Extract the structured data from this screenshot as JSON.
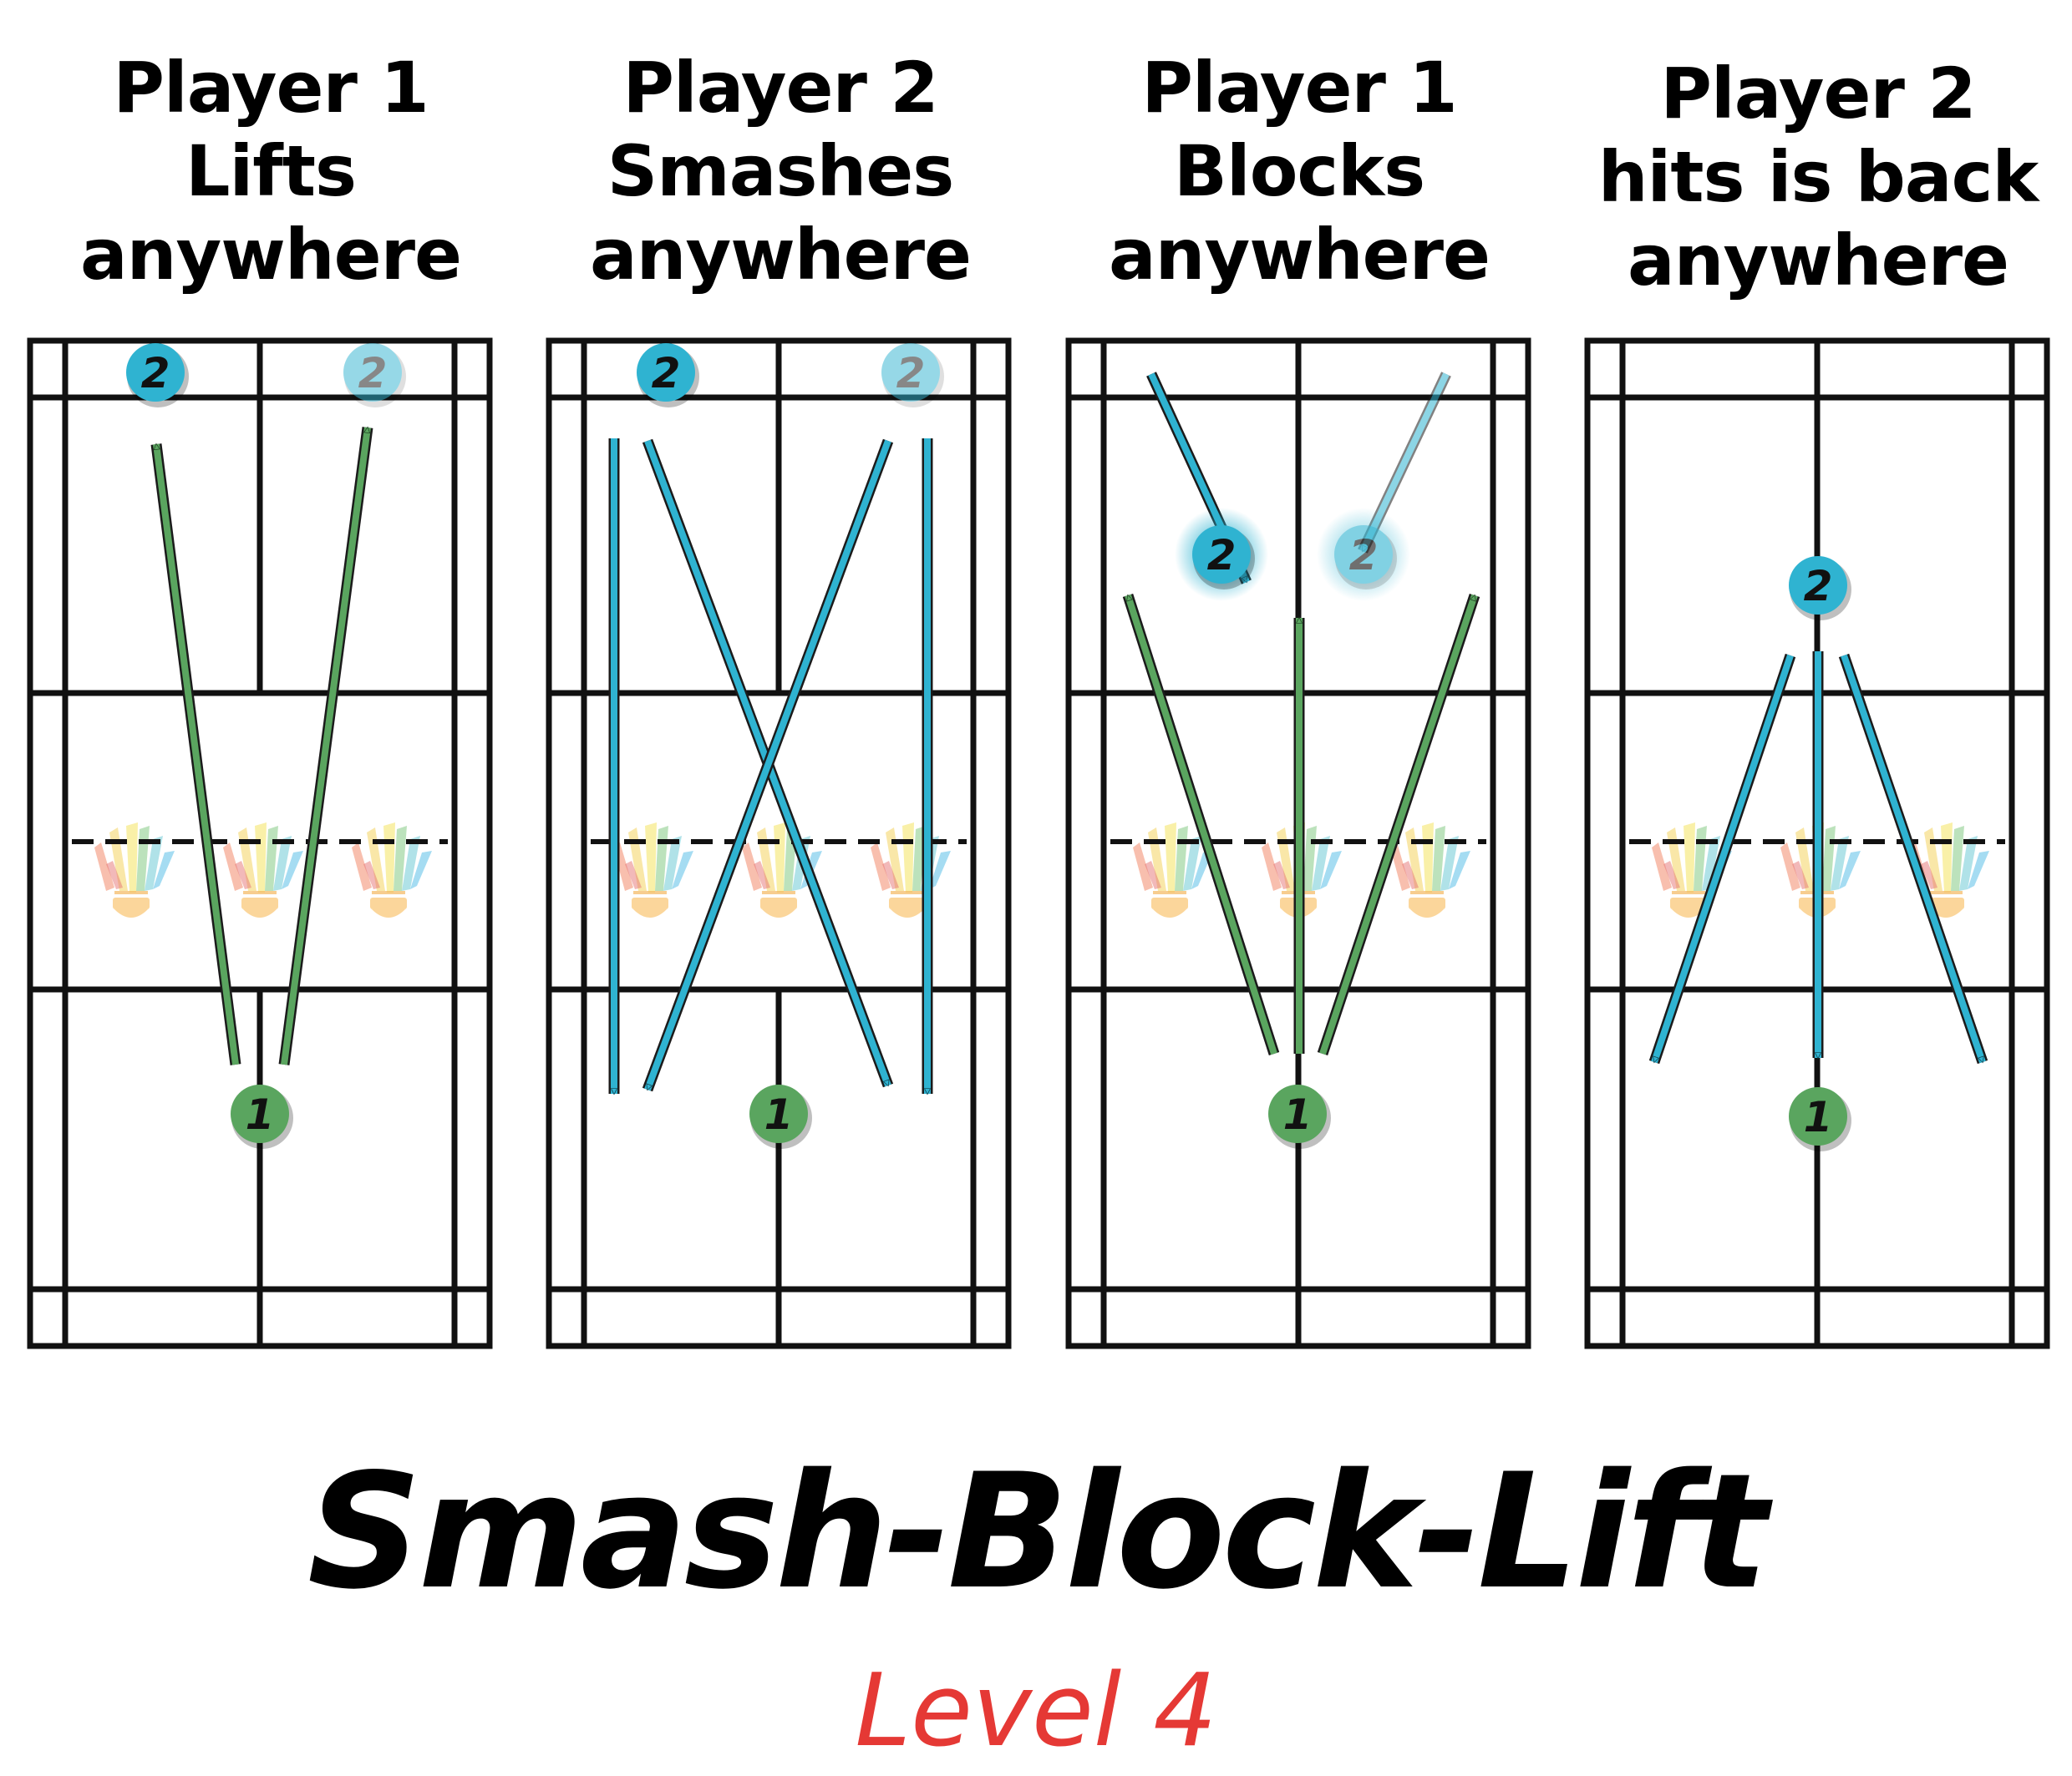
{
  "panels": [
    {
      "heading": [
        "Player 1",
        "Lifts",
        "anywhere"
      ]
    },
    {
      "heading": [
        "Player 2",
        "Smashes",
        "anywhere"
      ]
    },
    {
      "heading": [
        "Player 1",
        "Blocks",
        "anywhere"
      ]
    },
    {
      "heading": [
        "Player 2",
        "hits is back",
        "anywhere"
      ]
    }
  ],
  "player_labels": {
    "p1": "1",
    "p2": "2"
  },
  "title": "Smash-Block-Lift",
  "subtitle": "Level 4",
  "colors": {
    "green": "#5aa55f",
    "blue": "#2fb3d1",
    "title": "#000000",
    "subtitle": "#e53935"
  },
  "icons": [
    "shuttlecock-icon"
  ]
}
